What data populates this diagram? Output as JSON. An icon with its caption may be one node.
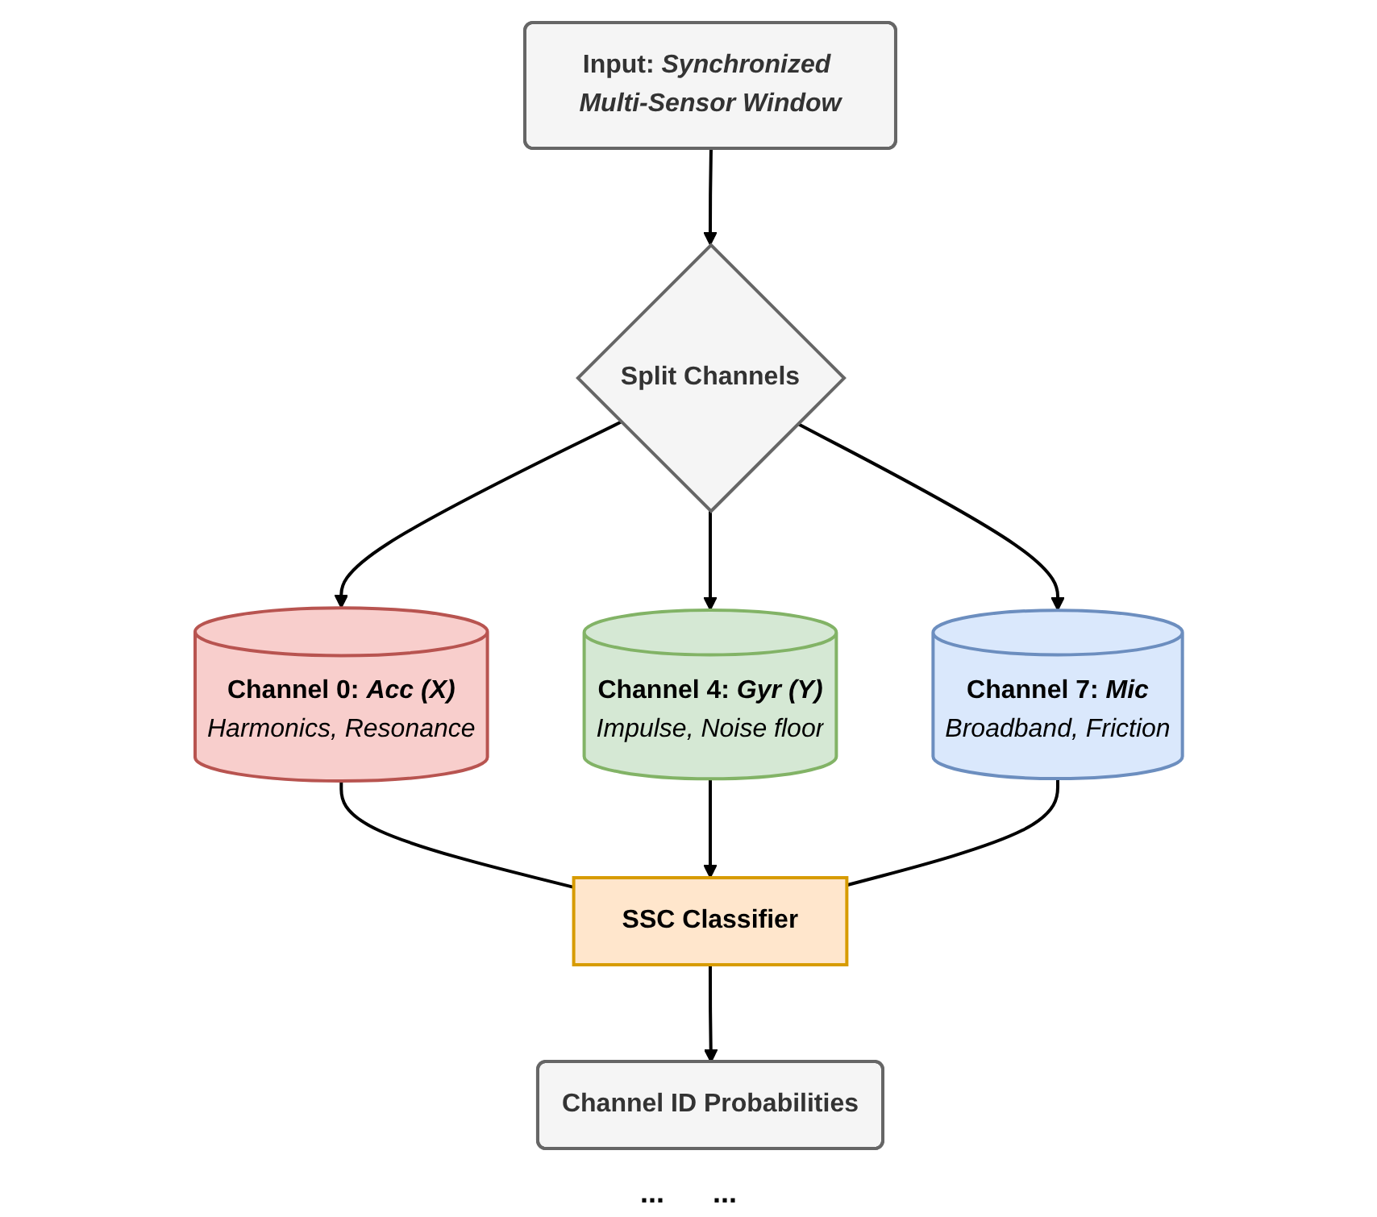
{
  "diagram": {
    "nodes": [
      {
        "text": [
          "Input: *Synchronized Multi-Sensor Window*"
        ]
      },
      {
        "text": [
          "Split Channels"
        ]
      },
      {
        "text": [
          "Channel 0: *Acc (X)*",
          "Harmonics, Resonance"
        ]
      },
      {
        "text": [
          "Channel 4: *Gyr (Y)*",
          "Impulse, Noise floor"
        ]
      },
      {
        "text": [
          "Channel 7: *Mic*",
          "Broadband, Friction"
        ]
      },
      {
        "text": [
          "SSC Classifier"
        ]
      },
      {
        "text": [
          "Channel ID Probabilities"
        ]
      }
    ],
    "edges": [
      {
        "from": 0,
        "to": 1,
        "arrow": "to"
      },
      {
        "from": 1,
        "to": 2,
        "arrow": "to"
      },
      {
        "from": 1,
        "to": 3,
        "arrow": "to"
      },
      {
        "from": 1,
        "to": 4,
        "arrow": "to"
      },
      {
        "from": 2,
        "to": 5,
        "arrow": "none"
      },
      {
        "from": 3,
        "to": 5,
        "arrow": "to"
      },
      {
        "from": 4,
        "to": 5,
        "arrow": "none"
      },
      {
        "from": 5,
        "to": 6,
        "arrow": "to"
      }
    ],
    "labels": [
      "...",
      "..."
    ]
  }
}
